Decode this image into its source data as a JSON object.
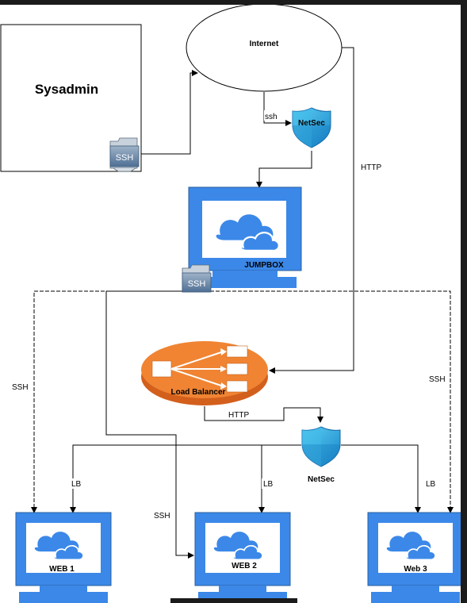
{
  "nodes": {
    "sysadmin": "Sysadmin",
    "internet": "Internet",
    "netsec_top": "NetSec",
    "jumpbox": "JUMPBOX",
    "load_balancer": "Load Balancer",
    "netsec_mid": "NetSec",
    "web1": "WEB 1",
    "web2": "WEB 2",
    "web3": "Web 3"
  },
  "edges": {
    "ssh_lower": "ssh",
    "http_right": "HTTP",
    "ssh_left": "SSH",
    "ssh_right": "SSH",
    "http_lb": "HTTP",
    "lb_1": "LB",
    "lb_2": "LB",
    "lb_3": "LB",
    "ssh_web2": "SSH"
  },
  "icons": {
    "ssh_icon_text": "SSH"
  },
  "colors": {
    "monitor_blue": "#3b88e8",
    "lb_orange": "#f08433",
    "shield_blue": "#2aa8e0"
  }
}
